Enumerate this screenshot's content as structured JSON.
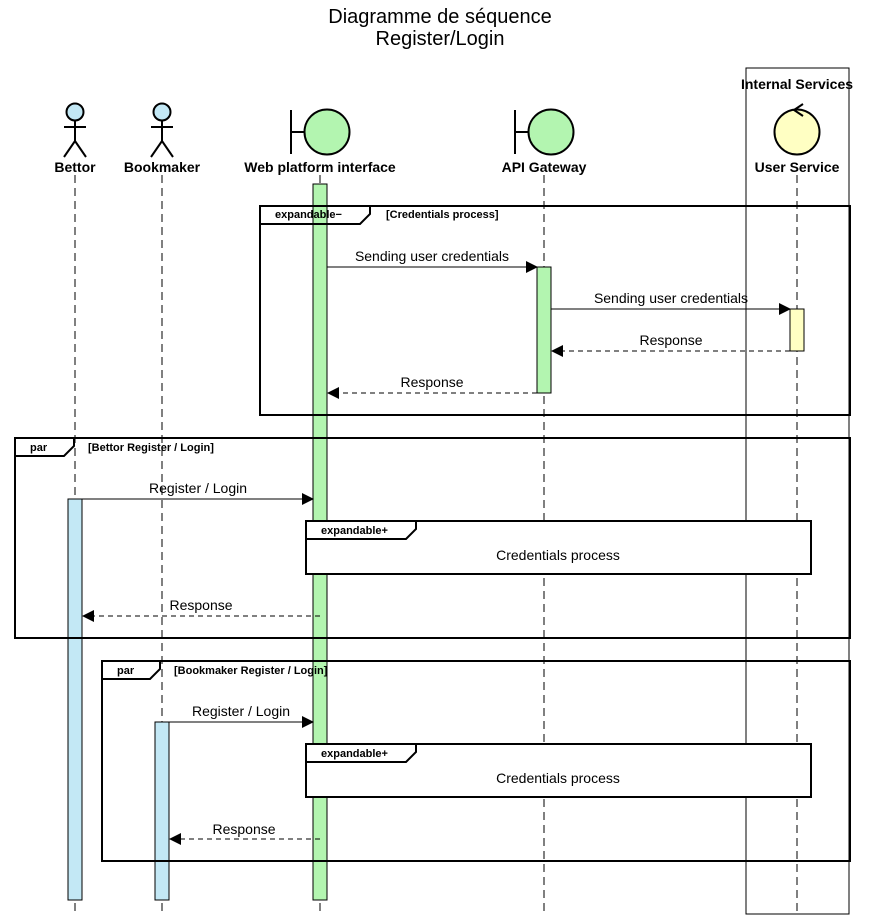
{
  "diagram": {
    "title_line1": "Diagramme de séquence",
    "title_line2": "Register/Login"
  },
  "participants": {
    "bettor": "Bettor",
    "bookmaker": "Bookmaker",
    "web": "Web platform interface",
    "api": "API Gateway",
    "user_service": "User Service"
  },
  "groups": {
    "internal_services": "Internal Services"
  },
  "fragments": {
    "credentials": {
      "operator": "expandable−",
      "guard": "[Credentials process]"
    },
    "bettor_par": {
      "operator": "par",
      "guard": "[Bettor Register / Login]"
    },
    "bookmaker_par": {
      "operator": "par",
      "guard": "[Bookmaker Register / Login]"
    },
    "collapsed_1": {
      "operator": "expandable+",
      "body": "Credentials process"
    },
    "collapsed_2": {
      "operator": "expandable+",
      "body": "Credentials process"
    }
  },
  "messages": {
    "m1": "Sending user credentials",
    "m2": "Sending user credentials",
    "m3": "Response",
    "m4": "Response",
    "m5": "Register / Login",
    "m6": "Response",
    "m7": "Register / Login",
    "m8": "Response"
  },
  "colors": {
    "actor_fill": "#c3e8f5",
    "boundary_fill": "#b3f5b0",
    "control_fill": "#ffffc3",
    "activation_web": "#b3f5b0",
    "activation_api": "#b3f5b0",
    "activation_user": "#ffffc3",
    "activation_bettor": "#c3e8f5",
    "activation_bookmaker": "#c3e8f5"
  }
}
